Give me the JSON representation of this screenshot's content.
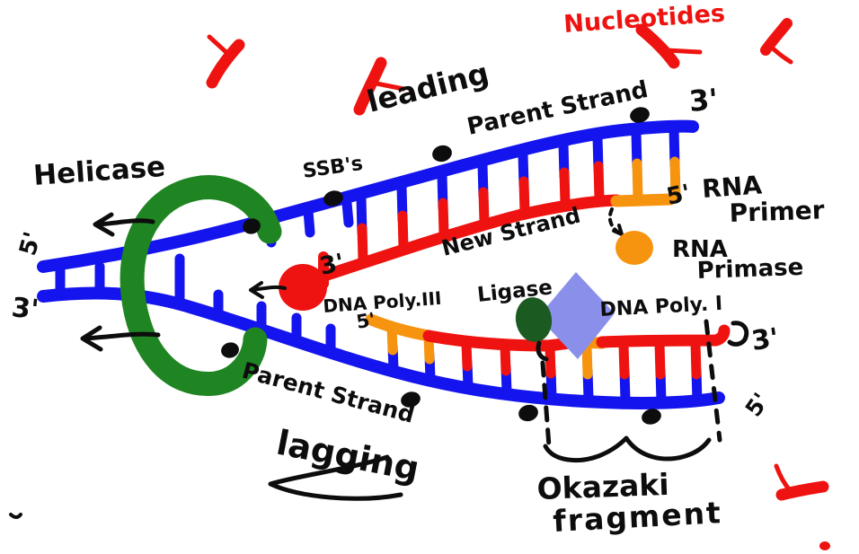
{
  "title": "Hand-drawn DNA replication fork diagram",
  "colors": {
    "background": "#ffffff",
    "ink": "#0d0d0d",
    "blue": "#1414ee",
    "red": "#ee1310",
    "orange": "#f6930f",
    "green": "#1f8522",
    "dark_green": "#1b5a20",
    "periwinkle": "#8a90ea"
  },
  "labels": {
    "nucleotides": "Nucleotides",
    "leading": "leading",
    "parent_strand_top": "Parent Strand",
    "prime3_top_right": "3'",
    "helicase": "Helicase",
    "ssbs": "SSB's",
    "prime5_left": "5'",
    "prime3_left": "3'",
    "new_strand": "New Strand",
    "prime3_leading": "3'",
    "dna_poly_iii": "DNA Poly.III",
    "prime5_lagging_primer": "5'",
    "prime5_top_primer": "5'",
    "rna_primer_line1": "RNA",
    "rna_primer_line2": "Primer",
    "rna_primase_line1": "RNA",
    "rna_primase_line2": "Primase",
    "ligase": "Ligase",
    "dna_poly_i": "DNA Poly. I",
    "prime3_lagging": "3'",
    "prime5_bottom_right": "5'",
    "parent_strand_bottom": "Parent Strand",
    "lagging": "lagging",
    "okazaki_line1": "Okazaki",
    "okazaki_line2": "fragment"
  }
}
